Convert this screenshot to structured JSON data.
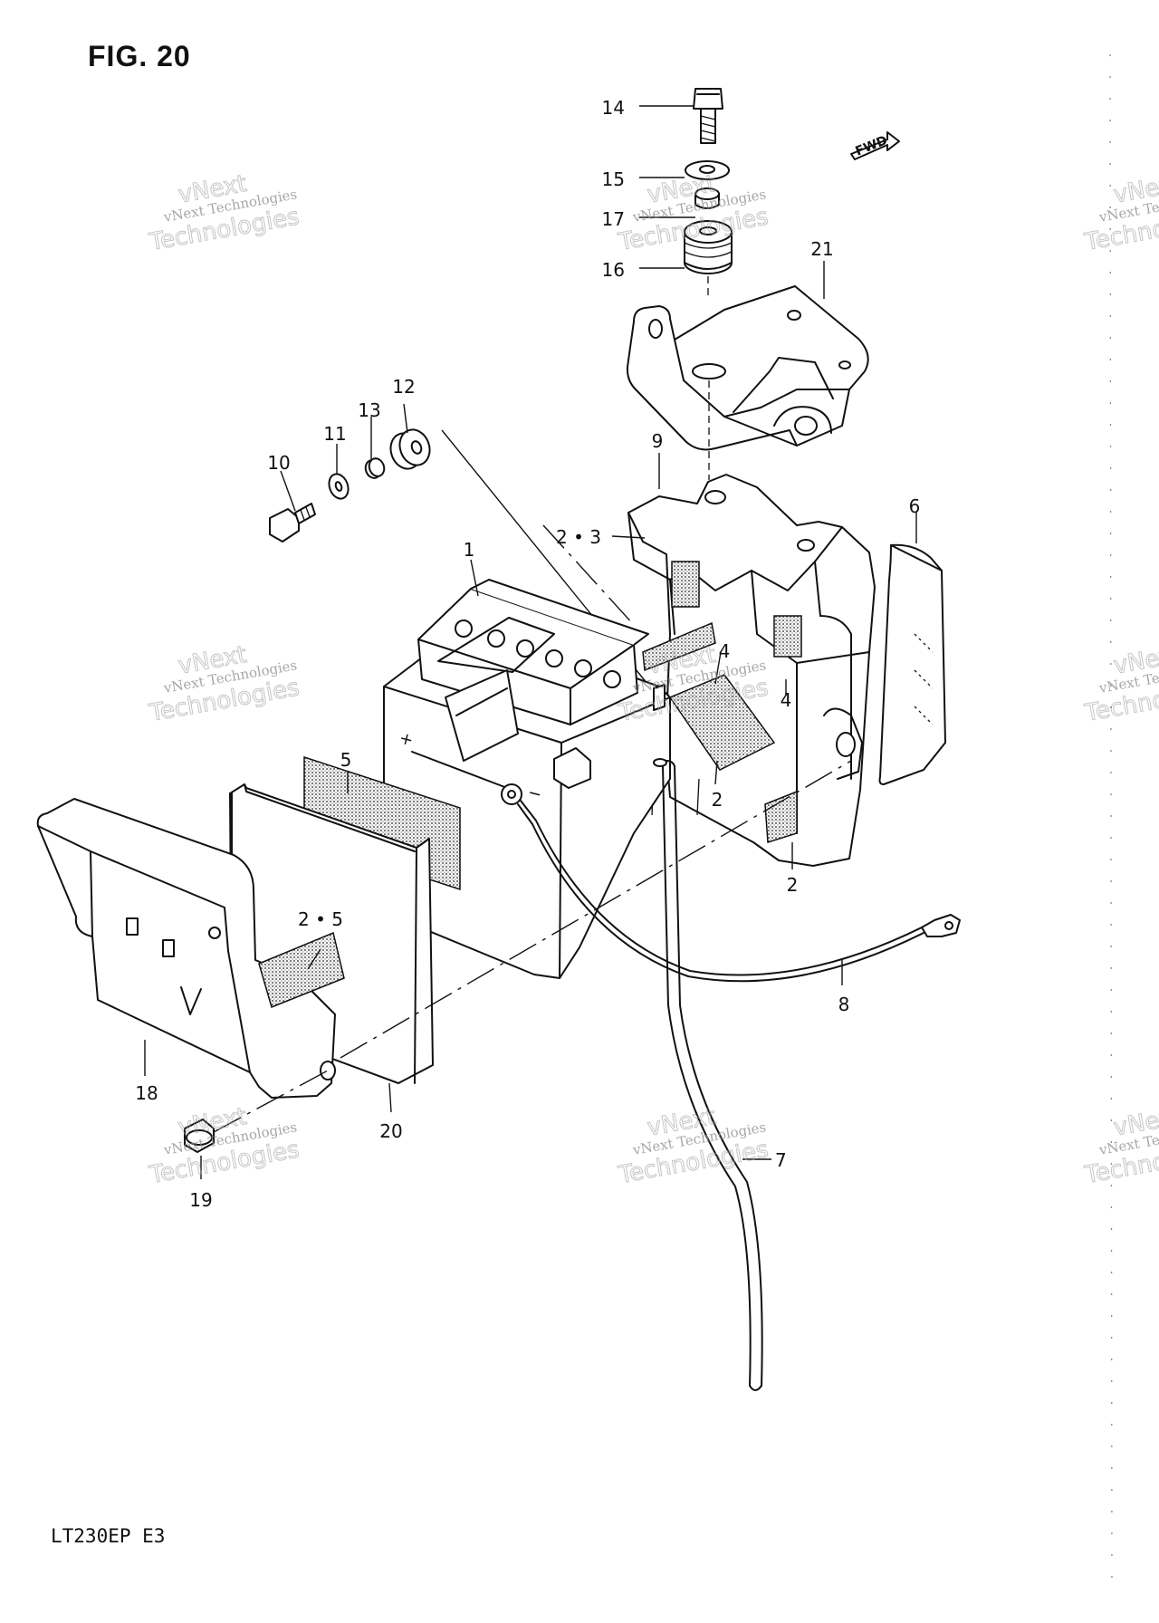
{
  "figure": {
    "title": "FIG. 20",
    "model": "LT230EP  E3"
  },
  "direction_marker": {
    "text": "FWD"
  },
  "watermarks": {
    "line1": "vNext Technologies",
    "line2": "vNext",
    "line3": "Technologies"
  },
  "labels": {
    "l1": "1",
    "l2a": "2",
    "l2b": "2",
    "l23": "2 • 3",
    "l25": "2 • 5",
    "l4a": "4",
    "l4b": "4",
    "l5": "5",
    "l6": "6",
    "l7": "7",
    "l8": "8",
    "l9": "9",
    "l10": "10",
    "l11": "11",
    "l12": "12",
    "l13": "13",
    "l14": "14",
    "l15": "15",
    "l16": "16",
    "l17": "17",
    "l18": "18",
    "l19": "19",
    "l20": "20",
    "l21": "21"
  }
}
